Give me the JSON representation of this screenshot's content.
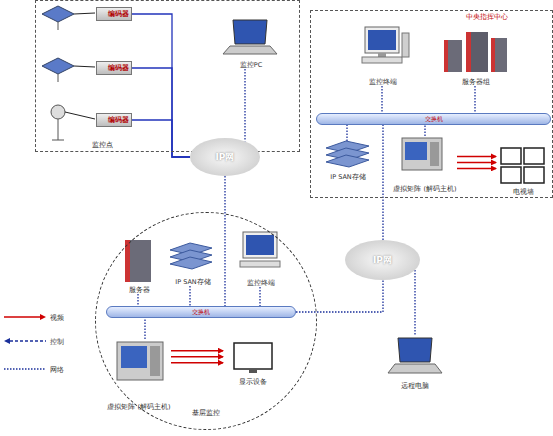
{
  "diagram": {
    "nodes": [
      {
        "text": [
          "监控点"
        ]
      },
      {
        "text": [
          "编码器"
        ],
        "in": 0
      },
      {
        "text": [
          "编码器"
        ],
        "in": 0
      },
      {
        "text": [
          "编码器"
        ],
        "in": 0
      },
      {
        "text": [
          "监控PC"
        ],
        "in": 0
      },
      {
        "text": [
          "IP网"
        ]
      },
      {
        "text": [
          "中央指挥中心"
        ]
      },
      {
        "text": [
          "监控终端"
        ],
        "in": 6
      },
      {
        "text": [
          "服务器组"
        ],
        "in": 6
      },
      {
        "text": [
          "交换机"
        ],
        "in": 6
      },
      {
        "text": [
          "IP SAN存储"
        ],
        "in": 6
      },
      {
        "text": [
          "虚拟矩阵 (解码主机)"
        ],
        "in": 6
      },
      {
        "text": [
          "电视墙"
        ],
        "in": 6
      },
      {
        "text": [
          "基层监控"
        ]
      },
      {
        "text": [
          "服务器"
        ],
        "in": 13
      },
      {
        "text": [
          "IP SAN存储"
        ],
        "in": 13
      },
      {
        "text": [
          "监控终端"
        ],
        "in": 13
      },
      {
        "text": [
          "交换机"
        ],
        "in": 13
      },
      {
        "text": [
          "虚拟矩阵 (解码主机)"
        ],
        "in": 13
      },
      {
        "text": [
          "显示设备"
        ],
        "in": 13
      },
      {
        "text": [
          "IP网"
        ]
      },
      {
        "text": [
          "远程电脑"
        ]
      }
    ],
    "edges": [
      {
        "from": 1,
        "to": 5,
        "arrow": "none"
      },
      {
        "from": 2,
        "to": 5,
        "arrow": "none"
      },
      {
        "from": 3,
        "to": 5,
        "arrow": "none"
      },
      {
        "from": 4,
        "to": 5,
        "arrow": "none"
      },
      {
        "from": 5,
        "to": 17,
        "arrow": "none"
      },
      {
        "from": 17,
        "to": 20,
        "arrow": "none"
      },
      {
        "from": 20,
        "to": 9,
        "arrow": "none"
      },
      {
        "from": 20,
        "to": 21,
        "arrow": "none"
      },
      {
        "from": 7,
        "to": 9,
        "arrow": "none"
      },
      {
        "from": 8,
        "to": 9,
        "arrow": "none"
      },
      {
        "from": 10,
        "to": 9,
        "arrow": "none"
      },
      {
        "from": 11,
        "to": 9,
        "arrow": "none"
      },
      {
        "from": 11,
        "to": 12,
        "arrow": "to"
      },
      {
        "from": 14,
        "to": 17,
        "arrow": "none"
      },
      {
        "from": 15,
        "to": 17,
        "arrow": "none"
      },
      {
        "from": 16,
        "to": 17,
        "arrow": "none"
      },
      {
        "from": 18,
        "to": 17,
        "arrow": "none"
      },
      {
        "from": 18,
        "to": 19,
        "arrow": "to"
      }
    ],
    "legend": [
      {
        "text": "视频"
      },
      {
        "text": "控制"
      },
      {
        "text": "网络"
      }
    ]
  }
}
